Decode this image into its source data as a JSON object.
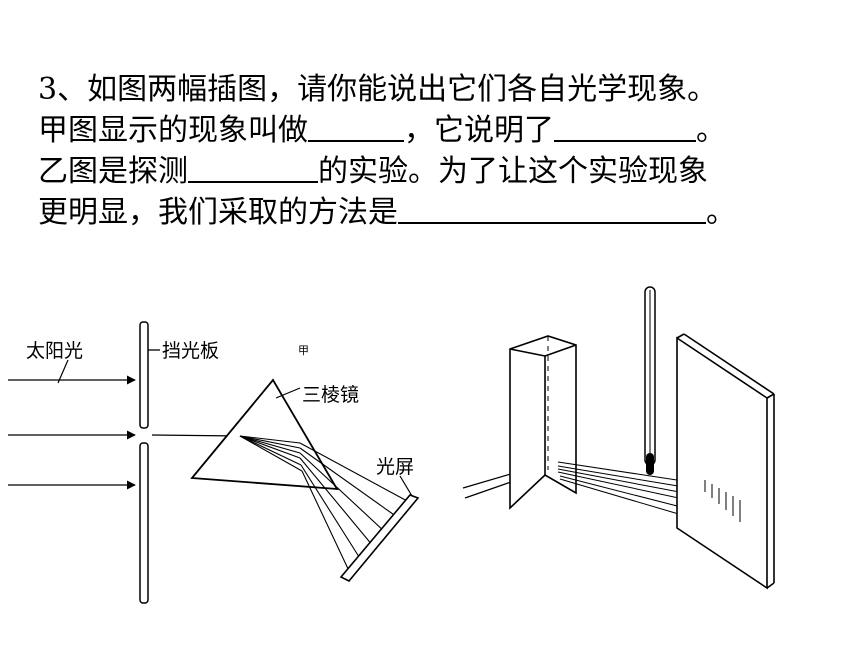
{
  "question": {
    "line1": "3、如图两幅插图，请你能说出它们各自光学现象。",
    "line2_a": "甲图显示的现象叫做",
    "line2_b": "，它说明了",
    "line2_c": "。",
    "line3_a": "乙图是探测",
    "line3_b": "的实验。为了让这个实验现象",
    "line4_a": "更明显，我们采取的方法是",
    "line4_b": "。"
  },
  "figure": {
    "label_sunlight": "太阳光",
    "label_baffle": "挡光板",
    "label_jia": "甲",
    "label_prism": "三棱镜",
    "label_screen": "光屏"
  }
}
